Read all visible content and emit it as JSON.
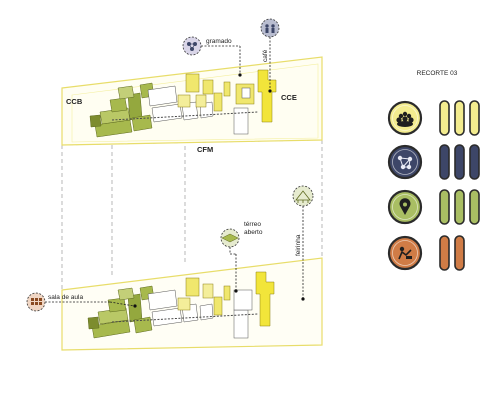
{
  "site": {
    "labels": {
      "ccb": "CCB",
      "cce": "CCE",
      "cfm": "CFM"
    }
  },
  "annotations": {
    "gramado": "gramado",
    "cafe": "café",
    "terreo_aberto_1": "térreo",
    "terreo_aberto_2": "aberto",
    "feirinha": "feirinha",
    "sala_de_aula": "sala de aula"
  },
  "legend": {
    "title": "RECORTE 03",
    "rows": [
      {
        "icon": "group-people-icon",
        "color": "#f3ec8f",
        "ring": "#2b2b2b",
        "bars": 3
      },
      {
        "icon": "network-icon",
        "color": "#3d4668",
        "ring": "#2b2b2b",
        "bars": 3
      },
      {
        "icon": "location-pin-icon",
        "color": "#a9be63",
        "ring": "#2b2b2b",
        "bars": 3
      },
      {
        "icon": "construction-worker-icon",
        "color": "#d07c46",
        "ring": "#2b2b2b",
        "bars": 2
      }
    ]
  },
  "colors": {
    "outline_yellow": "#e8dd6a",
    "building_green": "#a7b94d",
    "building_dark_green": "#7d8c2e",
    "building_yellow": "#f0e76d",
    "building_bright_yellow": "#f2e53a",
    "building_white": "#ffffff",
    "path_gray": "#9a9a9a",
    "dash_gray": "#8a8a8a"
  }
}
